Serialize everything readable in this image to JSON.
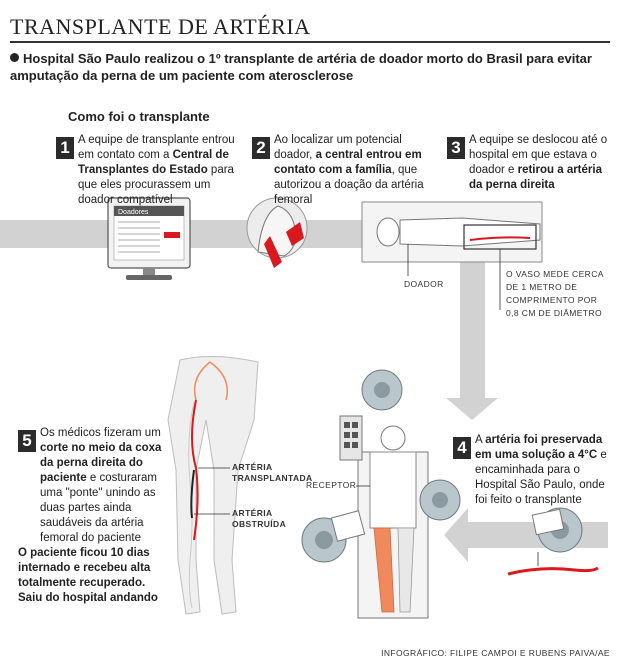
{
  "header": {
    "title": "TRANSPLANTE DE ARTÉRIA",
    "lead": "Hospital São Paulo realizou o 1º transplante de artéria de doador morto do Brasil para evitar amputação da perna de um paciente com aterosclerose"
  },
  "subtitle": "Como foi o transplante",
  "steps": [
    {
      "num": "1",
      "pre": "A equipe de transplante entrou em contato com a ",
      "bold": "Central de Transplantes do Estado",
      "post": " para que eles procurassem um doador compatível"
    },
    {
      "num": "2",
      "pre": "Ao localizar um potencial doador, ",
      "bold": "a central entrou em contato com a família",
      "post": ", que autorizou a doação da artéria femoral"
    },
    {
      "num": "3",
      "pre": "A equipe se deslocou até o hospital em que estava o doador e ",
      "bold": "retirou a artéria da perna direita",
      "post": ""
    },
    {
      "num": "4",
      "pre": "A ",
      "bold": "artéria foi preservada em uma solução a 4°C",
      "post": " e encaminhada para o Hospital São Paulo, onde foi feito o transplante"
    },
    {
      "num": "5",
      "pre": "Os médicos fizeram um ",
      "bold": "corte no meio da coxa da perna direita do paciente",
      "post": " e costuraram uma \"ponte\" unindo as duas partes ainda saudáveis da artéria femoral do paciente"
    }
  ],
  "monitor_label": "Doadores",
  "labels": {
    "doador": "DOADOR",
    "receptor": "RECEPTOR",
    "arteria_transplantada": [
      "ARTÉRIA",
      "TRANSPLANTADA"
    ],
    "arteria_obstruida": [
      "ARTÉRIA",
      "OBSTRUÍDA"
    ]
  },
  "vessel_note": [
    "O VASO MEDE CERCA",
    "DE 1 METRO DE",
    "COMPRIMENTO POR",
    "0,8 CM DE DIÂMETRO"
  ],
  "outcome": "O paciente ficou 10 dias internado e recebeu alta totalmente recuperado. Saiu do hospital andando",
  "credit": "INFOGRÁFICO: FILIPE CAMPOI E RUBENS PAIVA/AE",
  "colors": {
    "artery": "#d9181f",
    "band": "#d2d2d2",
    "dark": "#2b2b2b",
    "leg": "#f08a5d"
  }
}
